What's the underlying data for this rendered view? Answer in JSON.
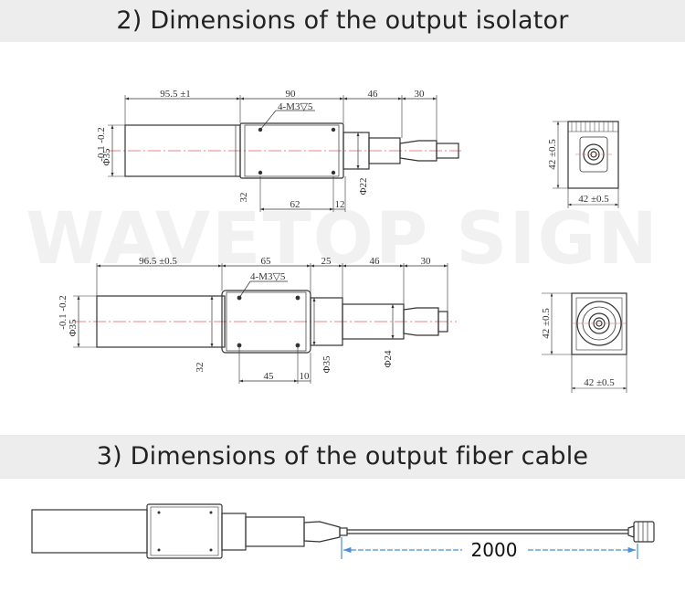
{
  "section2": {
    "title": "2) Dimensions of the output isolator"
  },
  "section3": {
    "title": "3) Dimensions of the output fiber cable"
  },
  "watermark": "WAVETOP SIGN",
  "drawing1": {
    "body_length": "95.5 ±1",
    "block_length": "90",
    "neck_length": "46",
    "tip_length": "30",
    "screw_spec": "4-M3▽5",
    "body_diameter": "Φ35",
    "body_tol": "-0.1 -0.2",
    "block_height": "32",
    "hole_spacing": "62",
    "hole_offset": "12",
    "neck_diameter": "Φ22",
    "end_height": "42 ±0.5",
    "end_width": "42 ±0.5"
  },
  "drawing2": {
    "body_length": "96.5 ±0.5",
    "block_length": "65",
    "collar_length": "25",
    "neck_length": "46",
    "tip_length": "30",
    "screw_spec": "4-M3▽5",
    "body_diameter": "Φ35",
    "body_tol": "-0.1 -0.2",
    "block_height": "32",
    "hole_spacing": "45",
    "hole_offset": "10",
    "collar_diameter": "Φ35",
    "neck_diameter": "Φ24",
    "end_height": "42 ±0.5",
    "end_width": "42 ±0.5"
  },
  "cable": {
    "length": "2000"
  },
  "colors": {
    "line": "#333333",
    "centerline": "#e06060",
    "dimline": "#4a8fd8",
    "banner": "#ededed"
  }
}
